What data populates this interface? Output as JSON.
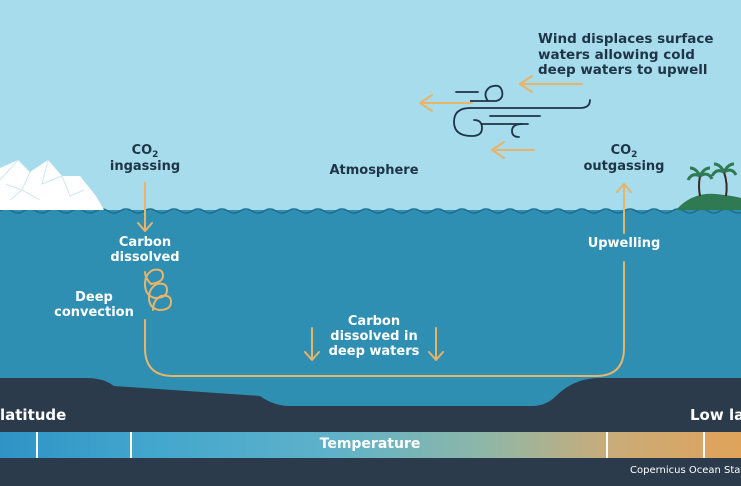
{
  "labels": {
    "wind": [
      "Wind displaces surface",
      "waters allowing cold",
      "deep waters to upwell"
    ],
    "co2_main": "CO",
    "co2_sub": "2",
    "ingassing": "ingassing",
    "outgassing": "outgassing",
    "atmosphere": "Atmosphere",
    "carbon_dissolved": [
      "Carbon",
      "dissolved"
    ],
    "upwelling": "Upwelling",
    "deep_convection": [
      "Deep",
      "convection"
    ],
    "carbon_deep": [
      "Carbon",
      "dissolved in",
      "deep waters"
    ],
    "high_latitude": "latitude",
    "low_latitude": "Low lati",
    "temperature": "Temperature",
    "credit": "Copernicus Ocean State R"
  },
  "colors": {
    "sky": "#a6dcec",
    "ocean": "#2e8fb3",
    "seabed": "#2c3b4c",
    "arrow": "#e8b469",
    "text_dark": "#1f3446",
    "island": "#2f7a52"
  }
}
